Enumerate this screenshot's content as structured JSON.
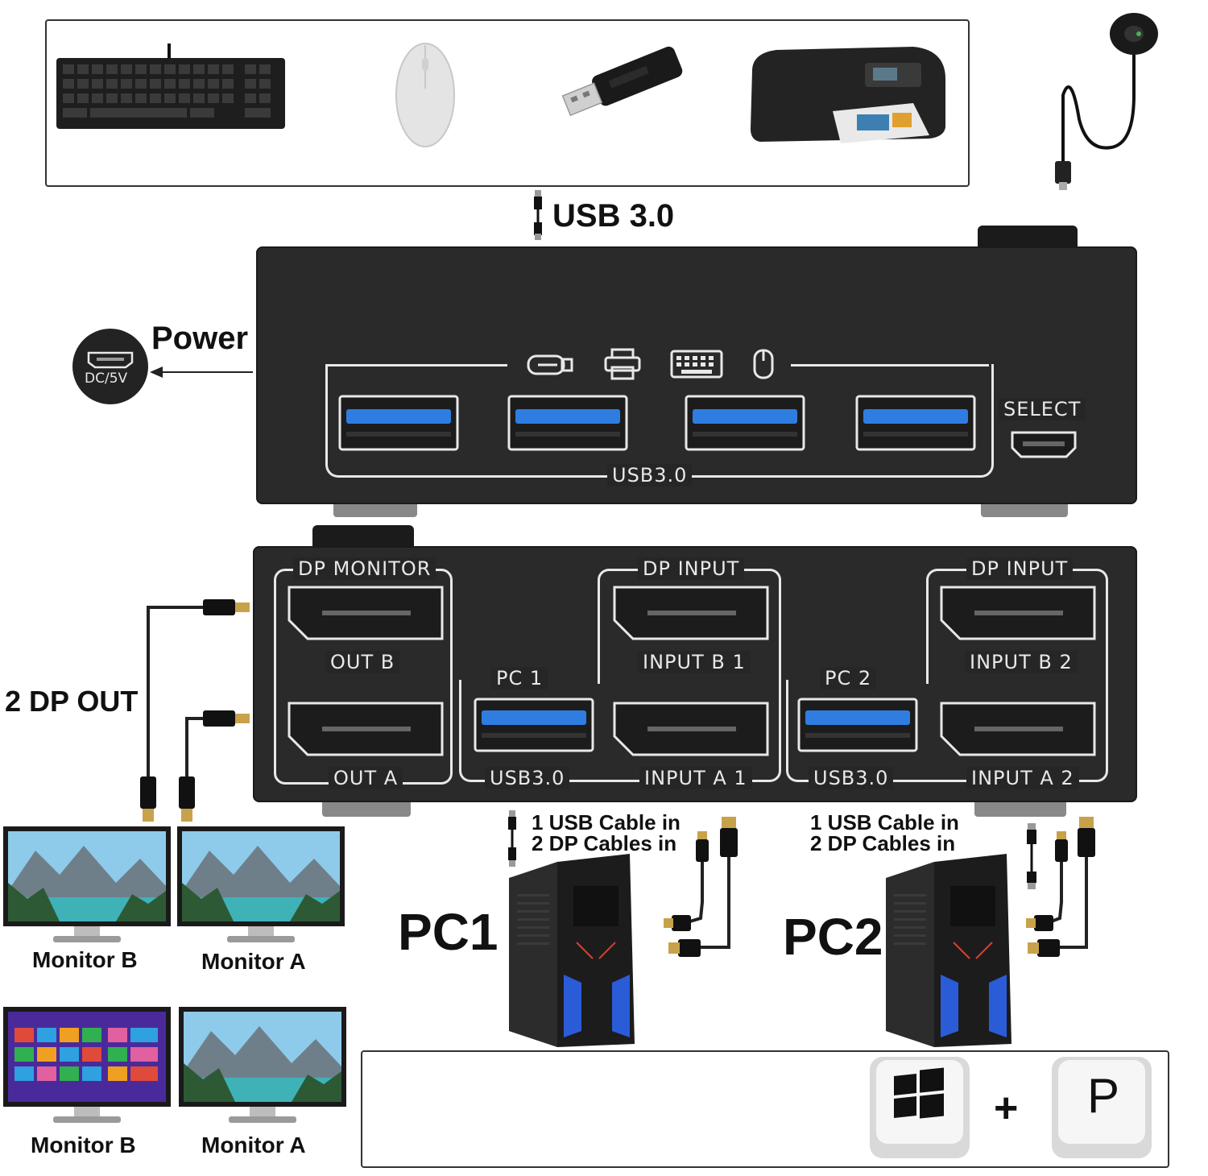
{
  "peripherals": {
    "items": [
      {
        "name": "keyboard-icon"
      },
      {
        "name": "mouse-icon"
      },
      {
        "name": "usb-drive-icon"
      },
      {
        "name": "printer-icon"
      }
    ],
    "remote": "wired-remote-switch-icon"
  },
  "labels": {
    "usb30_top": "USB 3.0",
    "power": "Power",
    "dc5v": "DC/5V",
    "two_dp_out": "2 DP OUT",
    "pc1": "PC1",
    "pc2": "PC2",
    "pc1_cable_line1": "1 USB Cable in",
    "pc1_cable_line2": "2 DP Cables in",
    "pc2_cable_line1": "1 USB Cable in",
    "pc2_cable_line2": "2 DP Cables in",
    "plus": "+",
    "key_p": "P"
  },
  "front_panel": {
    "usb_label": "USB3.0",
    "select_label": "SELECT"
  },
  "back_panel": {
    "dp_monitor": "DP MONITOR",
    "out_b": "OUT B",
    "out_a": "OUT A",
    "pc1_group": "PC 1",
    "pc2_group": "PC 2",
    "dp_input_1": "DP INPUT",
    "dp_input_2": "DP INPUT",
    "input_b1": "INPUT B 1",
    "input_a1": "INPUT A 1",
    "input_b2": "INPUT B 2",
    "input_a2": "INPUT A 2",
    "usb_1": "USB3.0",
    "usb_2": "USB3.0"
  },
  "monitors": [
    {
      "label": "Monitor B"
    },
    {
      "label": "Monitor A"
    },
    {
      "label": "Monitor B"
    },
    {
      "label": "Monitor A"
    }
  ],
  "colors": {
    "device_body": "#2a2a2a",
    "usb_port_blue": "#2f7de1",
    "outline": "#e8e8e8"
  }
}
